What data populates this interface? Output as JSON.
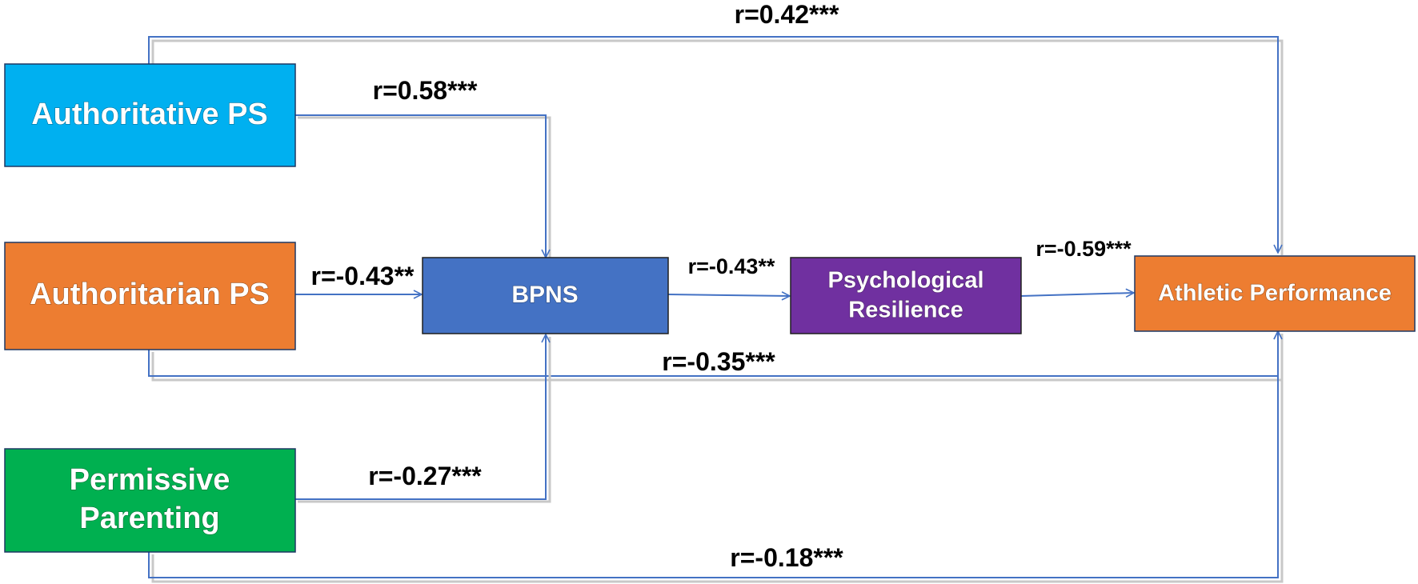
{
  "colors": {
    "authoritative": "#00B0F0",
    "authoritarian": "#ED7D31",
    "permissive": "#00B050",
    "bpns": "#4472C4",
    "resilience": "#7030A0",
    "athletic": "#ED7D31",
    "arrow": "#4472C4"
  },
  "nodes": {
    "authoritative": {
      "line1": "Authoritative PS"
    },
    "authoritarian": {
      "line1": "Authoritarian PS"
    },
    "permissive": {
      "line1": "Permissive",
      "line2": "Parenting"
    },
    "bpns": {
      "line1": "BPNS"
    },
    "resilience": {
      "line1": "Psychological",
      "line2": "Resilience"
    },
    "athletic": {
      "line1": "Athletic Performance"
    }
  },
  "edges": {
    "authoritative_athletic": "r=0.42***",
    "authoritative_bpns": "r=0.58***",
    "authoritarian_bpns": "r=-0.43**",
    "bpns_resilience": "r=-0.43**",
    "resilience_athletic": "r=-0.59***",
    "authoritarian_athletic": "r=-0.35***",
    "permissive_bpns": "r=-0.27***",
    "permissive_athletic": "r=-0.18***"
  }
}
